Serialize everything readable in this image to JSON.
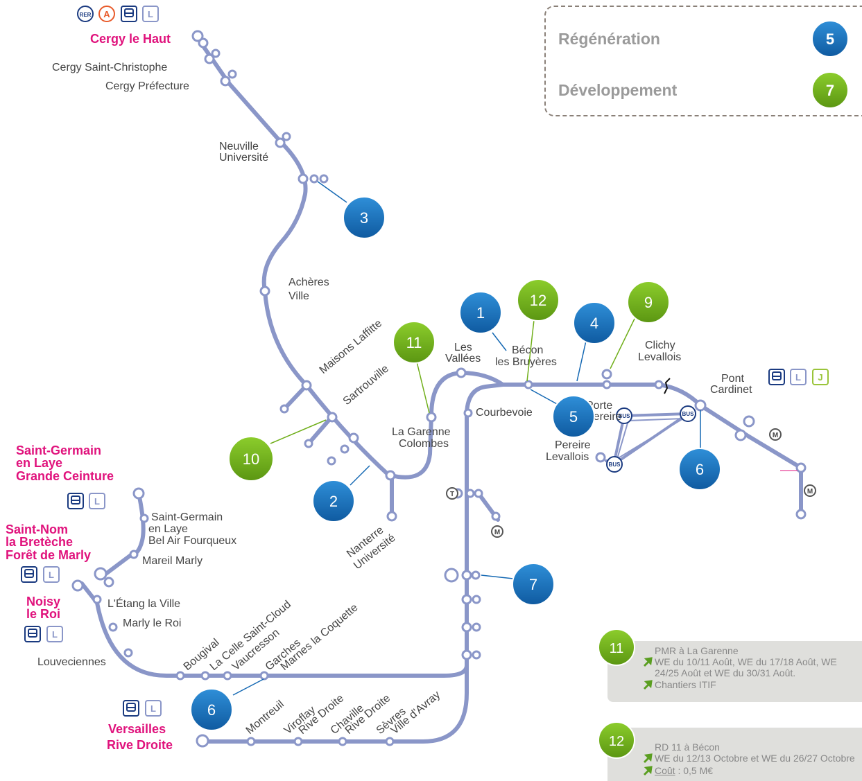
{
  "colors": {
    "line": "#8a96c8",
    "blue_badge": "#1468b3",
    "green_badge": "#6fae19",
    "terminus": "#e0127c",
    "station_text": "#444444",
    "legend_text": "#9a9a9a",
    "info_bg": "#dfdfdc",
    "arrow": "#5a9e20"
  },
  "legend": {
    "regeneration_label": "Régénération",
    "regeneration_num": "5",
    "developpement_label": "Développement",
    "developpement_num": "7"
  },
  "termini": {
    "cergy": "Cergy le Haut",
    "sgl": [
      "Saint-Germain",
      "en Laye",
      "Grande Ceinture"
    ],
    "snom": [
      "Saint-Nom",
      "la Bretèche",
      "Forêt de Marly"
    ],
    "noisy": [
      "Noisy",
      "le Roi"
    ],
    "versailles": [
      "Versailles",
      "Rive Droite"
    ]
  },
  "stations": {
    "cergy_stc": "Cergy Saint-Christophe",
    "cergy_pref": "Cergy Préfecture",
    "neuville": [
      "Neuville",
      "Université"
    ],
    "acheres": [
      "Achères",
      "Ville"
    ],
    "maisons": "Maisons Laffitte",
    "sartrouville": "Sartrouville",
    "nanterre": [
      "Nanterre",
      "Université"
    ],
    "garenne": [
      "La Garenne",
      "Colombes"
    ],
    "vallees": [
      "Les",
      "Vallées"
    ],
    "becon": [
      "Bécon",
      "les Bruyères"
    ],
    "courbevoie": "Courbevoie",
    "clichy": [
      "Clichy",
      "Levallois"
    ],
    "pont_cardinet": [
      "Pont",
      "Cardinet"
    ],
    "porte": [
      "Porte",
      "Pereire"
    ],
    "pereire": [
      "Pereire",
      "Levallois"
    ],
    "sgl_bel_air": [
      "Saint-Germain",
      "en Laye",
      "Bel Air Fourqueux"
    ],
    "mareil": "Mareil Marly",
    "etang": "L'Étang la Ville",
    "marly": "Marly le Roi",
    "louveciennes": "Louveciennes",
    "bougival": "Bougival",
    "celle": "La Celle Saint-Cloud",
    "vaucresson": "Vaucresson",
    "garches": [
      "Garches",
      "Marnes la Coquette"
    ],
    "montreuil": "Montreuil",
    "viroflay": [
      "Viroflay",
      "Rive Droite"
    ],
    "chaville": [
      "Chaville",
      "Rive Droite"
    ],
    "sevres": [
      "Sèvres",
      "Ville d'Avray"
    ]
  },
  "icons": {
    "rer": "RER",
    "a": "A",
    "l": "L",
    "j": "J",
    "bus": "BUS",
    "metro": "M",
    "tram": "T"
  },
  "badges": {
    "b1": "1",
    "b2": "2",
    "b3": "3",
    "b4": "4",
    "b5": "5",
    "b6a": "6",
    "b6b": "6",
    "b7": "7",
    "b9": "9",
    "b10": "10",
    "b11": "11",
    "b12": "12"
  },
  "info11": {
    "num": "11",
    "title": "PMR à La Garenne",
    "line1": "WE du 10/11 Août, WE du 17/18 Août, WE",
    "line1b": "24/25 Août et WE du 30/31 Août.",
    "line2": "Chantiers ITIF"
  },
  "info12": {
    "num": "12",
    "title": "RD 11 à Bécon",
    "line1": "WE du 12/13 Octobre et WE du 26/27 Octobre",
    "cost_label": "Coût",
    "cost_value": " : 0,5 M€"
  }
}
